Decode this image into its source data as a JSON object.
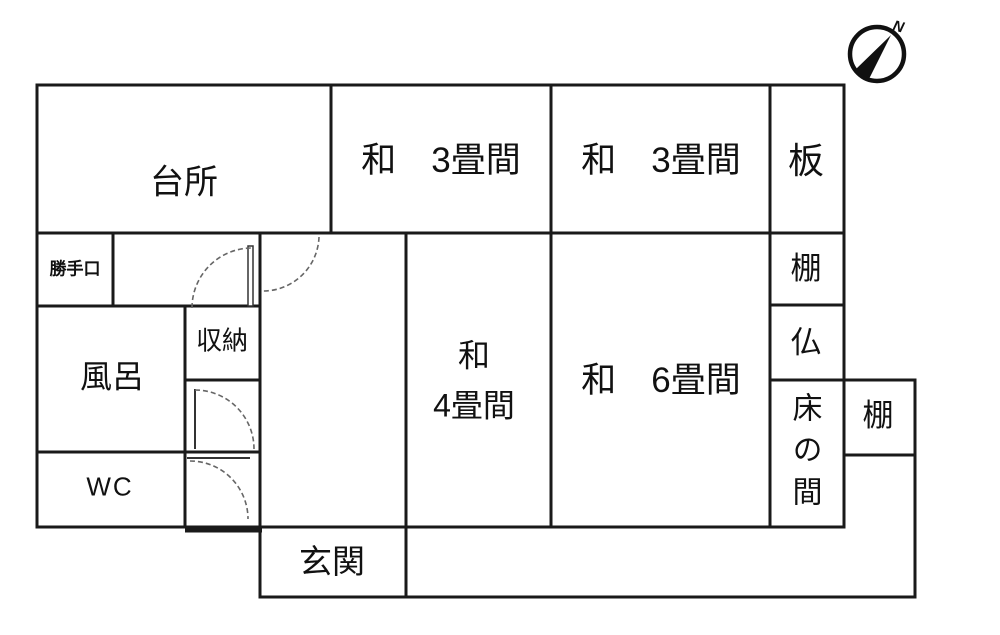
{
  "compass": {
    "label": "N"
  },
  "rooms": {
    "kitchen": "台所",
    "back_door": "勝手口",
    "tatami3_left": "和　3畳間",
    "tatami3_right": "和　3畳間",
    "ita": "板",
    "shelf_upper": "棚",
    "butsudan": "仏",
    "tokonoma": "床の間",
    "shelf_right": "棚",
    "tatami6": "和　6畳間",
    "tatami4": "和\n4畳間",
    "entrance": "玄関",
    "bath": "風呂",
    "storage": "収納",
    "wc": "WC"
  },
  "colors": {
    "wall": "#1a1a1a",
    "background": "#ffffff",
    "door_arc": "#666666"
  }
}
